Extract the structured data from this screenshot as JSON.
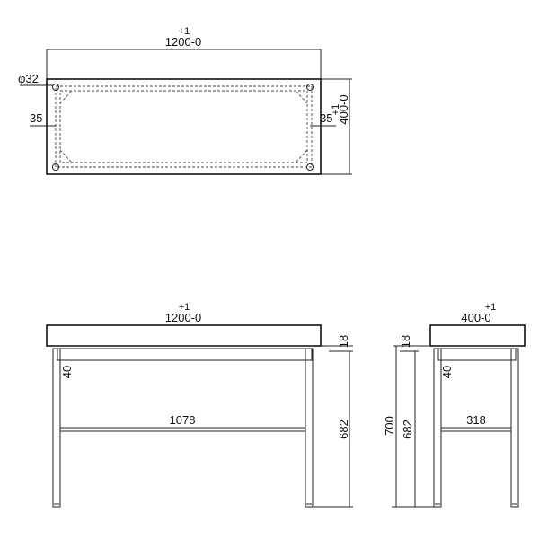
{
  "top_view": {
    "width": "1200-0",
    "width_tol": "+1",
    "depth": "400-0",
    "depth_tol": "+1",
    "pipe_diameter": "φ32",
    "left_inset": "35",
    "right_inset": "35"
  },
  "front_view": {
    "width": "1200-0",
    "width_tol": "+1",
    "top_thickness": "18",
    "apron_height": "40",
    "leg_height": "682",
    "stretcher_length": "1078"
  },
  "side_view": {
    "depth": "400-0",
    "depth_tol": "+1",
    "top_thickness": "18",
    "total_height": "700",
    "leg_height": "682",
    "apron_height": "40",
    "stretcher_length": "318"
  },
  "colors": {
    "line": "#222222",
    "background": "#ffffff"
  }
}
